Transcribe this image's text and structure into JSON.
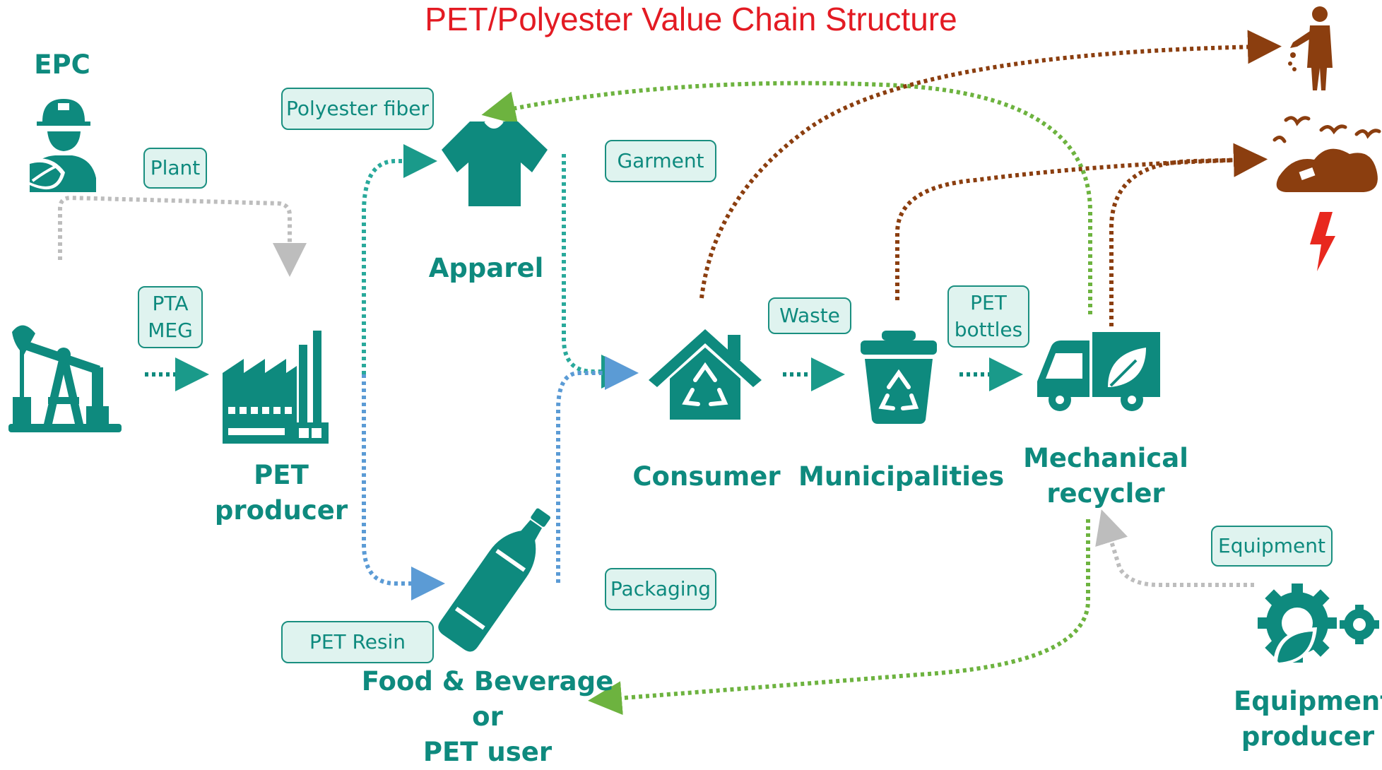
{
  "title": "PET/Polyester Value Chain Structure",
  "colors": {
    "title": "#e31b23",
    "teal": "#0e8a7e",
    "tag_fill": "#dff3ef",
    "green_flow": "#6db33f",
    "brown_flow": "#8b3e0f",
    "grey_flow": "#bdbdbd",
    "blue_flow": "#5b9bd5",
    "lightning": "#e8281e"
  },
  "nodes": {
    "epc": "EPC",
    "pet_producer": "PET\nproducer",
    "apparel": "Apparel",
    "food_beverage": "Food & Beverage or\nPET user",
    "consumer": "Consumer",
    "municipalities": "Municipalities",
    "mechanical_recycler": "Mechanical\nrecycler",
    "equipment_producer": "Equipment\nproducer"
  },
  "tags": {
    "plant": "Plant",
    "pta_meg": "PTA\nMEG",
    "polyester_fiber": "Polyester fiber",
    "garment": "Garment",
    "pet_resin": "PET Resin",
    "packaging": "Packaging",
    "waste": "Waste",
    "pet_bottles": "PET\nbottles",
    "equipment": "Equipment"
  },
  "icons": [
    "worker-leaf-icon",
    "oil-pump-icon",
    "factory-icon",
    "tshirt-icon",
    "bottle-icon",
    "recycle-house-icon",
    "recycle-bin-icon",
    "eco-truck-icon",
    "gear-leaf-icon",
    "litter-person-icon",
    "landfill-icon",
    "lightning-icon"
  ]
}
